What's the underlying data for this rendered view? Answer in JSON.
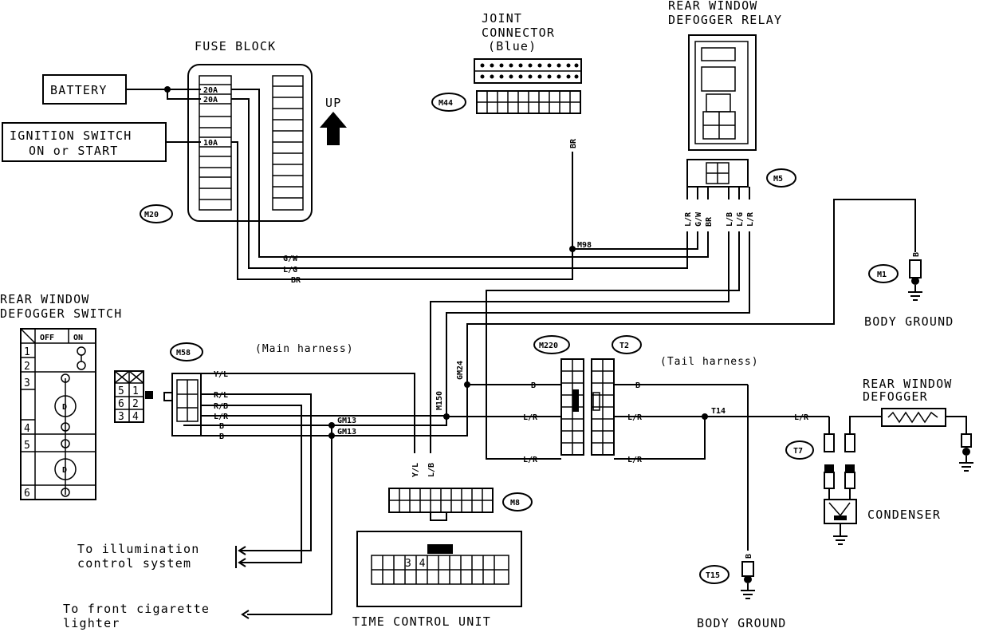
{
  "labels": {
    "fuse_block": "FUSE BLOCK",
    "battery": "BATTERY",
    "ign_line1": "IGNITION SWITCH",
    "ign_line2": "ON or START",
    "fuse_20a_1": "20A",
    "fuse_20a_2": "20A",
    "fuse_10a": "10A",
    "up": "UP",
    "joint_line1": "JOINT",
    "joint_line2": "CONNECTOR",
    "joint_line3": "(Blue)",
    "relay_line1": "REAR WINDOW",
    "relay_line2": "DEFOGGER RELAY",
    "switch_line1": "REAR WINDOW",
    "switch_line2": "DEFOGGER SWITCH",
    "main_harness": "(Main harness)",
    "tail_harness": "(Tail harness)",
    "body_ground_1": "BODY GROUND",
    "body_ground_2": "BODY GROUND",
    "defogger_line1": "REAR WINDOW",
    "defogger_line2": "DEFOGGER",
    "condenser": "CONDENSER",
    "time_control_unit": "TIME CONTROL UNIT",
    "illum_line1": "To illumination",
    "illum_line2": "control system",
    "cig_line1": "To front cigarette",
    "cig_line2": "lighter",
    "sw_off": "OFF",
    "sw_on": "ON",
    "tcu_pins": "3 4"
  },
  "connectors": {
    "m20": "M20",
    "m44": "M44",
    "m5": "M5",
    "m1": "M1",
    "m58": "M58",
    "m220": "M220",
    "t2": "T2",
    "m8": "M8",
    "t7": "T7",
    "t15": "T15"
  },
  "junctions": {
    "m98": "M98",
    "gm13a": "GM13",
    "gm13b": "GM13",
    "m150": "M150",
    "gm24": "GM24",
    "t14": "T14"
  },
  "wires": {
    "g_w": "G/W",
    "l_g": "L/G",
    "br": "BR",
    "br_v": "BR",
    "m5_lr1": "L/R",
    "m5_gw": "G/W",
    "m5_br": "BR",
    "m5_lb": "L/B",
    "m5_lg": "L/G",
    "m5_lr2": "L/R",
    "m1_b": "B",
    "m58_yl": "Y/L",
    "m58_rl": "R/L",
    "m58_rb": "R/B",
    "m58_lr": "L/R",
    "m58_b1": "B",
    "m58_b2": "B",
    "m8_yl": "Y/L",
    "m8_lb": "L/B",
    "m220_b": "B",
    "m220_lr1": "L/R",
    "m220_lr2": "L/R",
    "t2_b": "B",
    "t2_lr1": "L/R",
    "t2_lr2": "L/R",
    "t14_lr": "L/R",
    "t15_b": "B"
  },
  "switch_pins": {
    "rows": [
      "1",
      "2",
      "3",
      "4",
      "5",
      "6"
    ],
    "connector": [
      "5",
      "1",
      "6",
      "2",
      "3",
      "4"
    ]
  }
}
